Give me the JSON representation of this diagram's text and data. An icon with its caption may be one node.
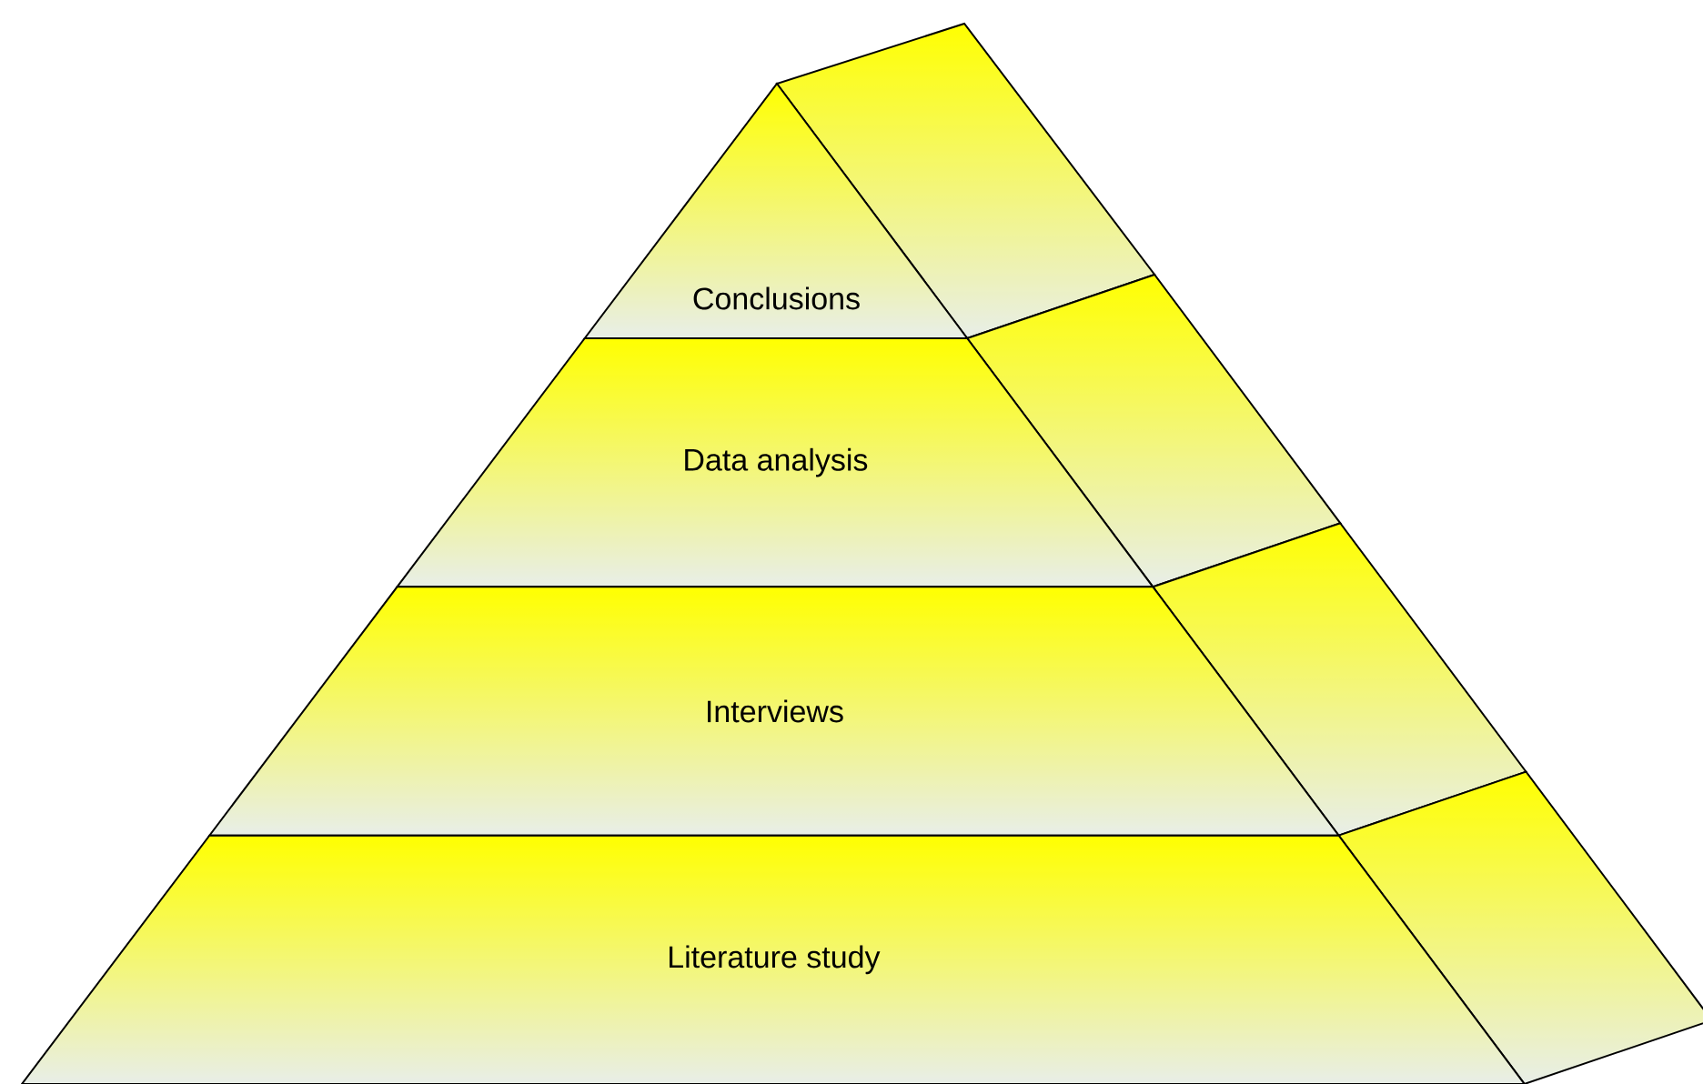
{
  "diagram": {
    "nodes": [
      {
        "text": [
          "Conclusions"
        ]
      },
      {
        "text": [
          "Data analysis"
        ]
      },
      {
        "text": [
          "Interviews"
        ]
      },
      {
        "text": [
          "Literature study"
        ]
      }
    ]
  }
}
